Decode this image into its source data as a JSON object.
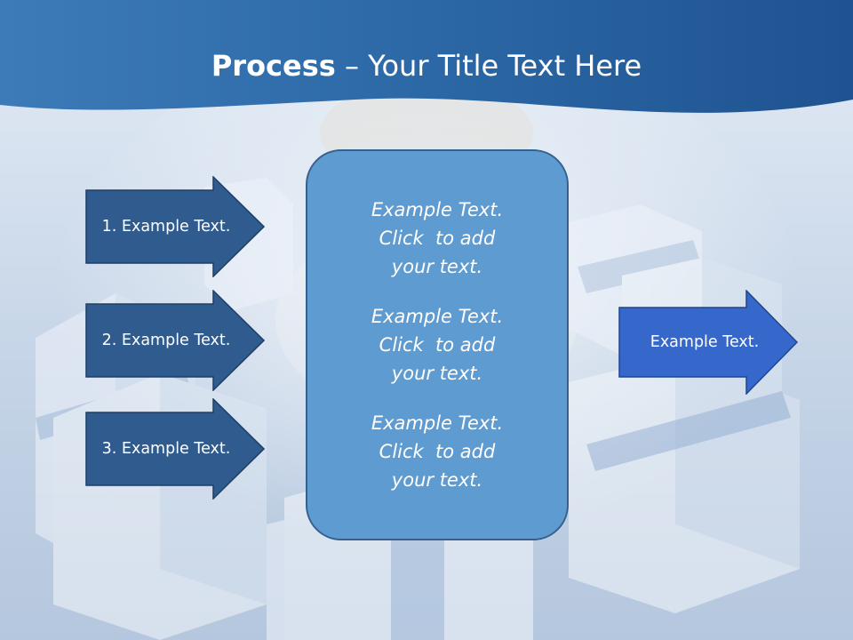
{
  "title": {
    "bold": "Process",
    "rest": " – Your Title Text Here"
  },
  "left_arrows": [
    {
      "label": "1. Example Text."
    },
    {
      "label": "2. Example Text."
    },
    {
      "label": "3. Example Text."
    }
  ],
  "center_box": {
    "paragraphs": [
      {
        "lines": [
          "Example Text.",
          "Click  to add",
          "your text."
        ]
      },
      {
        "lines": [
          "Example Text.",
          "Click  to add",
          "your text."
        ]
      },
      {
        "lines": [
          "Example Text.",
          "Click  to add",
          "your text."
        ]
      }
    ]
  },
  "right_arrow": {
    "label": "Example Text."
  },
  "colors": {
    "header_blue": "#2d6aa6",
    "left_arrow_fill": "#2f5b8f",
    "right_arrow_fill": "#3668cc",
    "center_box_fill": "#5e9bd0"
  }
}
